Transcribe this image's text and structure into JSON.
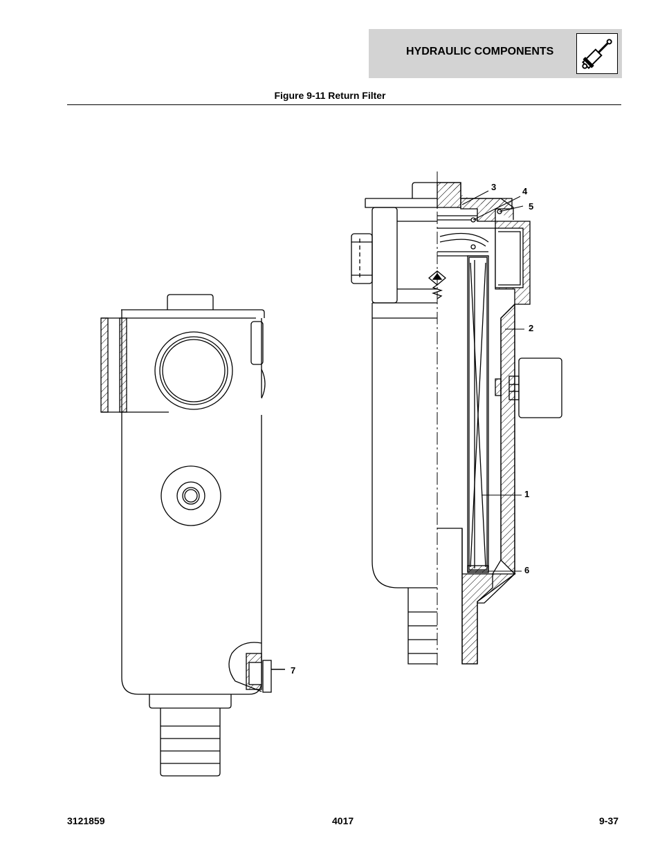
{
  "header": {
    "section_title": "HYDRAULIC COMPONENTS",
    "icon": "hydraulic-cylinder-icon",
    "background_color": "#d3d3d3"
  },
  "figure": {
    "title": "Figure 9-11 Return Filter",
    "callouts": [
      {
        "label": "3"
      },
      {
        "label": "4"
      },
      {
        "label": "5"
      },
      {
        "label": "2"
      },
      {
        "label": "1"
      },
      {
        "label": "6"
      },
      {
        "label": "7"
      }
    ]
  },
  "footer": {
    "doc_number": "3121859",
    "model": "4017",
    "page": "9-37"
  }
}
